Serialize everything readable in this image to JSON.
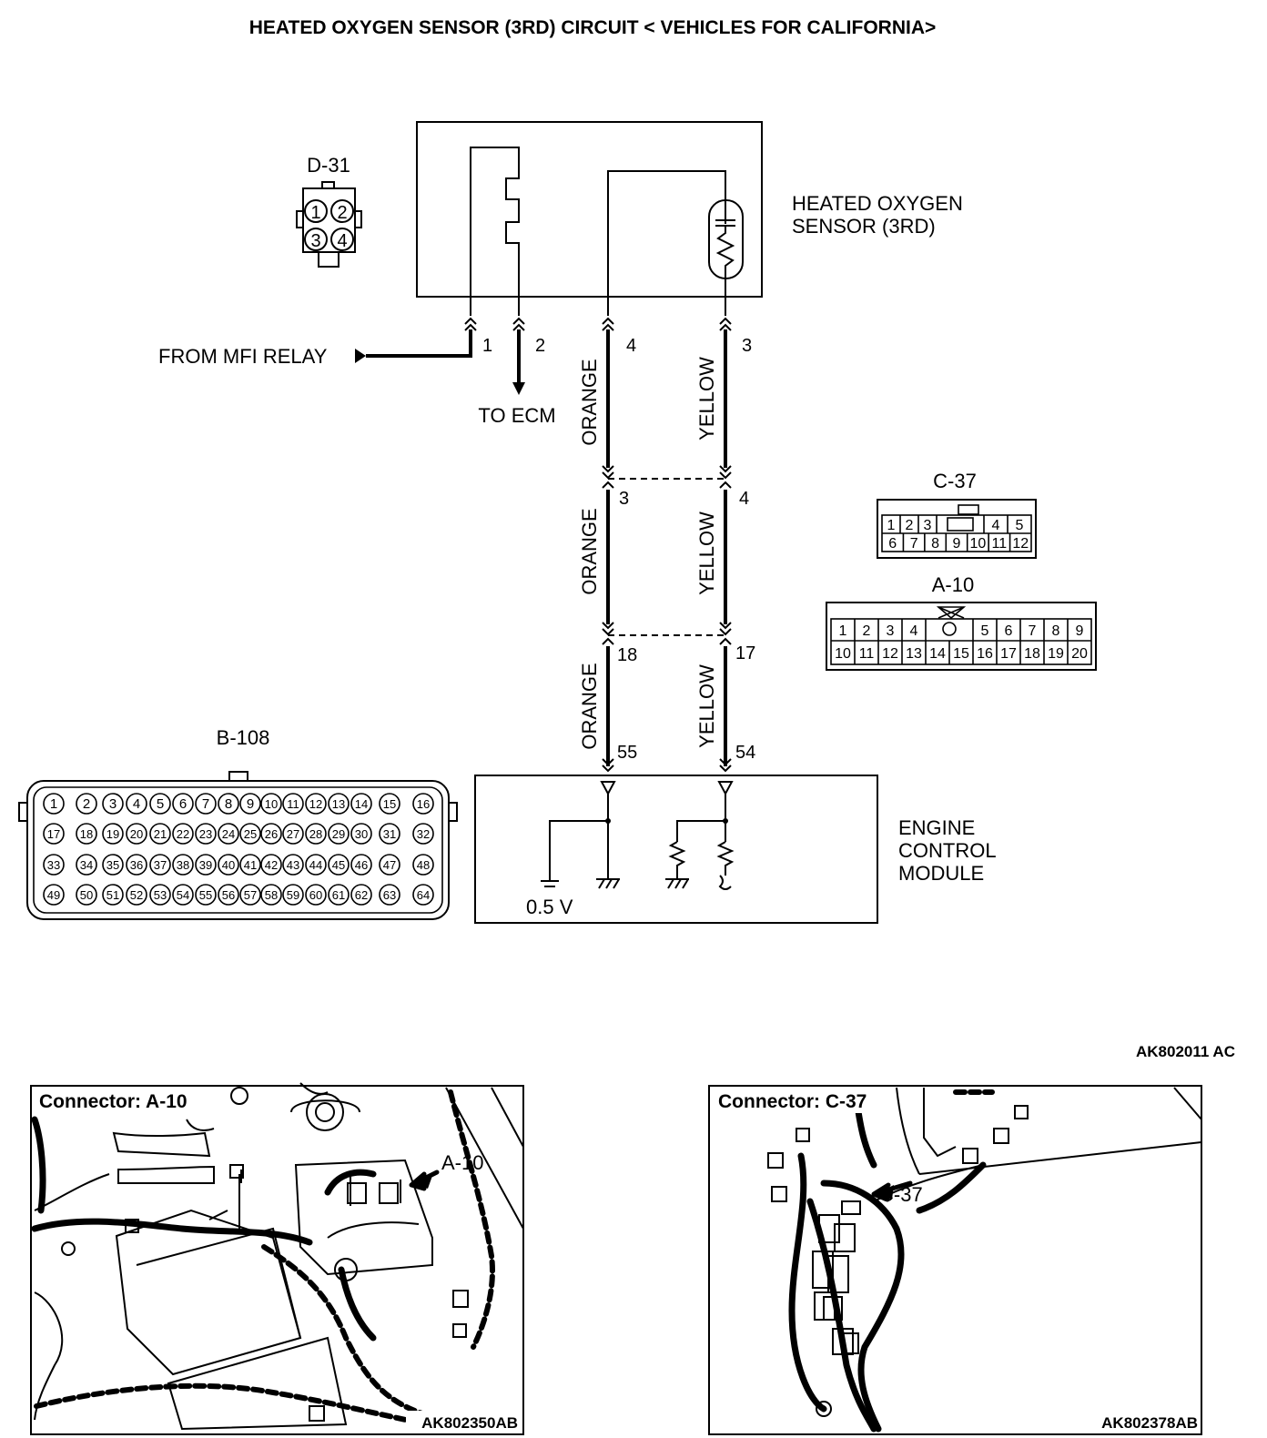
{
  "title": "HEATED OXYGEN SENSOR (3RD) CIRCUIT < VEHICLES FOR CALIFORNIA>",
  "sensor": {
    "label_line1": "HEATED OXYGEN",
    "label_line2": "SENSOR (3RD)",
    "connector_id": "D-31",
    "connector_pins": [
      "1",
      "2",
      "3",
      "4"
    ]
  },
  "from_relay": "FROM MFI RELAY",
  "to_ecm": "TO ECM",
  "wires": {
    "orange": "ORANGE",
    "yellow": "YELLOW"
  },
  "pins": {
    "d31_1": "1",
    "d31_2": "2",
    "d31_4": "4",
    "d31_3": "3",
    "c37_orange": "3",
    "c37_yellow": "4",
    "a10_orange": "18",
    "a10_yellow": "17",
    "ecm_orange": "55",
    "ecm_yellow": "54"
  },
  "c37": {
    "id": "C-37",
    "row1": [
      "1",
      "2",
      "3",
      "",
      "4",
      "5"
    ],
    "row2": [
      "6",
      "7",
      "8",
      "9",
      "10",
      "11",
      "12"
    ]
  },
  "a10": {
    "id": "A-10",
    "row1": [
      "1",
      "2",
      "3",
      "4",
      "",
      "5",
      "6",
      "7",
      "8",
      "9"
    ],
    "row2": [
      "10",
      "11",
      "12",
      "13",
      "14",
      "15",
      "16",
      "17",
      "18",
      "19",
      "20"
    ]
  },
  "b108": {
    "id": "B-108",
    "pins": [
      "1",
      "2",
      "3",
      "4",
      "5",
      "6",
      "7",
      "8",
      "9",
      "10",
      "11",
      "12",
      "13",
      "14",
      "15",
      "16",
      "17",
      "18",
      "19",
      "20",
      "21",
      "22",
      "23",
      "24",
      "25",
      "26",
      "27",
      "28",
      "29",
      "30",
      "31",
      "32",
      "33",
      "34",
      "35",
      "36",
      "37",
      "38",
      "39",
      "40",
      "41",
      "42",
      "43",
      "44",
      "45",
      "46",
      "47",
      "48",
      "49",
      "50",
      "51",
      "52",
      "53",
      "54",
      "55",
      "56",
      "57",
      "58",
      "59",
      "60",
      "61",
      "62",
      "63",
      "64"
    ]
  },
  "ecm": {
    "label_line1": "ENGINE",
    "label_line2": "CONTROL",
    "label_line3": "MODULE",
    "voltage": "0.5 V"
  },
  "diagram_code": "AK802011 AC",
  "photo_a10": {
    "caption": "Connector: A-10",
    "callout": "A-10",
    "code": "AK802350AB"
  },
  "photo_c37": {
    "caption": "Connector: C-37",
    "callout": "C-37",
    "code": "AK802378AB"
  }
}
